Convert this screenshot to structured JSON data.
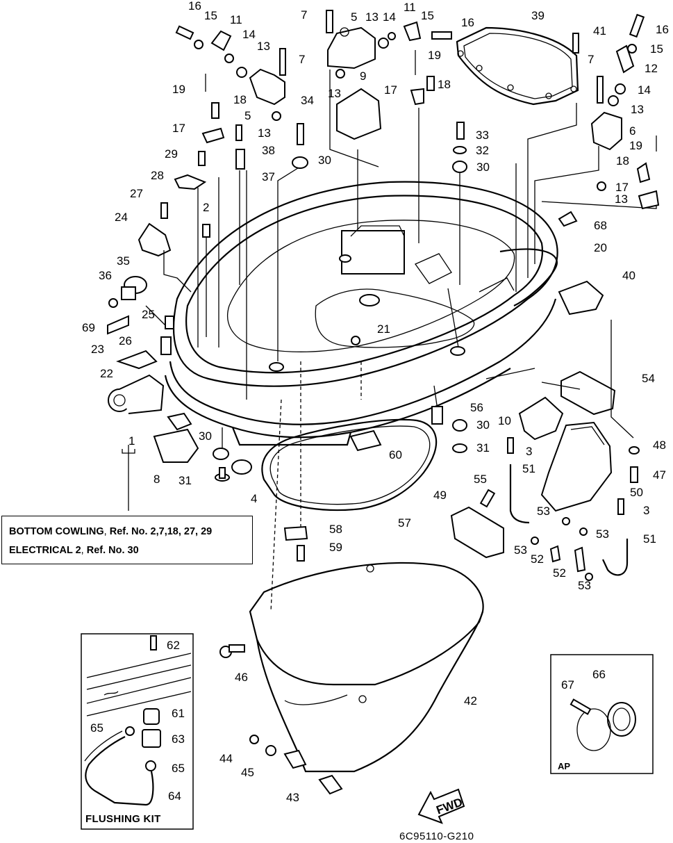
{
  "diagram_code": "6C95110-G210",
  "reference_box": {
    "line1_name": "BOTTOM COWLING",
    "line1_ref": "Ref. No. 2,7,18, 27, 29",
    "line2_name": "ELECTRICAL 2",
    "line2_ref": "Ref. No. 30"
  },
  "inset_flushing_kit": {
    "title": "FLUSHING KIT"
  },
  "inset_ap": {
    "title": "AP"
  },
  "fwd_arrow": {
    "label": "FWD"
  },
  "part_numbers": {
    "p1": "1",
    "p2": "2",
    "p3a": "3",
    "p3b": "3",
    "p4": "4",
    "p5a": "5",
    "p5b": "5",
    "p6": "6",
    "p7a": "7",
    "p7b": "7",
    "p7c": "7",
    "p8": "8",
    "p9": "9",
    "p10": "10",
    "p11a": "11",
    "p11b": "11",
    "p12": "12",
    "p13a": "13",
    "p13b": "13",
    "p13c": "13",
    "p13d": "13",
    "p13e": "13",
    "p13f": "13",
    "p14a": "14",
    "p14b": "14",
    "p14c": "14",
    "p15a": "15",
    "p15b": "15",
    "p15c": "15",
    "p16a": "16",
    "p16b": "16",
    "p16c": "16",
    "p17a": "17",
    "p17b": "17",
    "p17c": "17",
    "p18a": "18",
    "p18b": "18",
    "p18c": "18",
    "p19a": "19",
    "p19b": "19",
    "p19c": "19",
    "p20": "20",
    "p21": "21",
    "p22": "22",
    "p23": "23",
    "p24": "24",
    "p25": "25",
    "p26": "26",
    "p27": "27",
    "p28": "28",
    "p29": "29",
    "p30a": "30",
    "p30b": "30",
    "p30c": "30",
    "p30d": "30",
    "p31a": "31",
    "p31b": "31",
    "p32": "32",
    "p33": "33",
    "p34": "34",
    "p35": "35",
    "p36": "36",
    "p37": "37",
    "p38": "38",
    "p39": "39",
    "p40": "40",
    "p41": "41",
    "p42": "42",
    "p43": "43",
    "p44": "44",
    "p45": "45",
    "p46": "46",
    "p47": "47",
    "p48": "48",
    "p49": "49",
    "p50": "50",
    "p51a": "51",
    "p51b": "51",
    "p52a": "52",
    "p52b": "52",
    "p53a": "53",
    "p53b": "53",
    "p53c": "53",
    "p53d": "53",
    "p54": "54",
    "p55": "55",
    "p56": "56",
    "p57": "57",
    "p58": "58",
    "p59": "59",
    "p60": "60",
    "p61": "61",
    "p62": "62",
    "p63": "63",
    "p64": "64",
    "p65a": "65",
    "p65b": "65",
    "p66": "66",
    "p67": "67",
    "p68": "68",
    "p69": "69"
  }
}
